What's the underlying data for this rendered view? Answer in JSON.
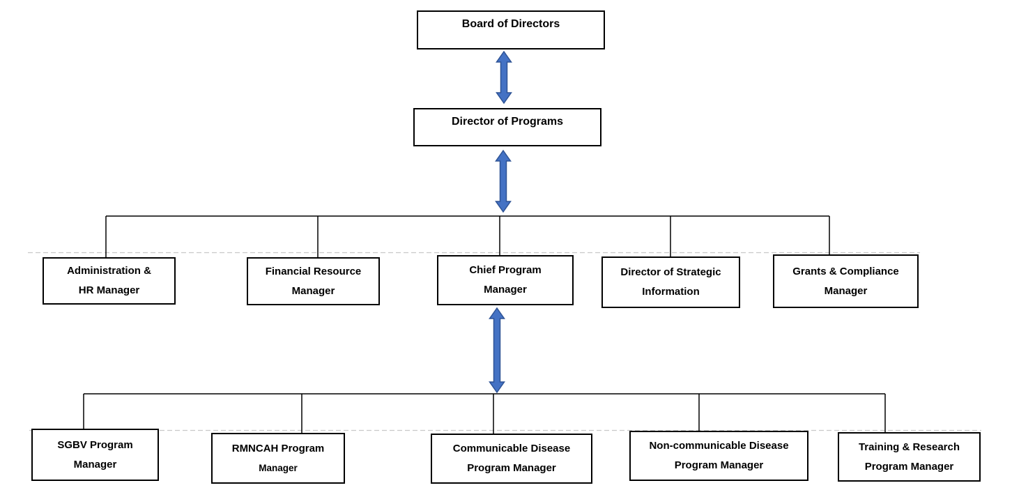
{
  "diagram": {
    "type": "org-chart",
    "background_color": "#ffffff",
    "box_border_color": "#000000",
    "text_color": "#000000",
    "arrow_fill_color": "#4472c4",
    "arrow_border_color": "#2e5395",
    "connector_line_color": "#000000",
    "guide_line_color": "#c8c8c8",
    "nodes": {
      "board": {
        "label": "Board of Directors"
      },
      "director_of_programs": {
        "label": "Director of Programs"
      },
      "level3": [
        {
          "id": "administration-hr-manager",
          "lines": [
            "Administration &",
            "HR Manager"
          ]
        },
        {
          "id": "financial-resource-manager",
          "lines": [
            "Financial Resource",
            "Manager"
          ]
        },
        {
          "id": "chief-program-manager",
          "lines": [
            "Chief Program",
            "Manager"
          ]
        },
        {
          "id": "director-of-strategic-information",
          "lines": [
            "Director of Strategic",
            "Information"
          ]
        },
        {
          "id": "grants-compliance-manager",
          "lines": [
            "Grants & Compliance",
            "Manager"
          ]
        }
      ],
      "level4": [
        {
          "id": "sgbv-program-manager",
          "lines": [
            "SGBV Program",
            "Manager"
          ]
        },
        {
          "id": "rmncah-program-manager",
          "lines": [
            "RMNCAH Program",
            "Manager"
          ]
        },
        {
          "id": "communicable-disease-program-manager",
          "lines": [
            "Communicable Disease",
            "Program Manager"
          ]
        },
        {
          "id": "non-communicable-disease-program-manager",
          "lines": [
            "Non-communicable Disease",
            "Program Manager"
          ]
        },
        {
          "id": "training-research-program-manager",
          "lines": [
            "Training & Research",
            "Program Manager"
          ]
        }
      ]
    },
    "edges": [
      {
        "from": "Board of Directors",
        "to": "Director of Programs",
        "style": "double-arrow"
      },
      {
        "from": "Director of Programs",
        "to": "level3-group",
        "style": "double-arrow-to-bus"
      },
      {
        "from": "Chief Program Manager",
        "to": "level4-group",
        "style": "double-arrow-to-bus"
      }
    ]
  }
}
